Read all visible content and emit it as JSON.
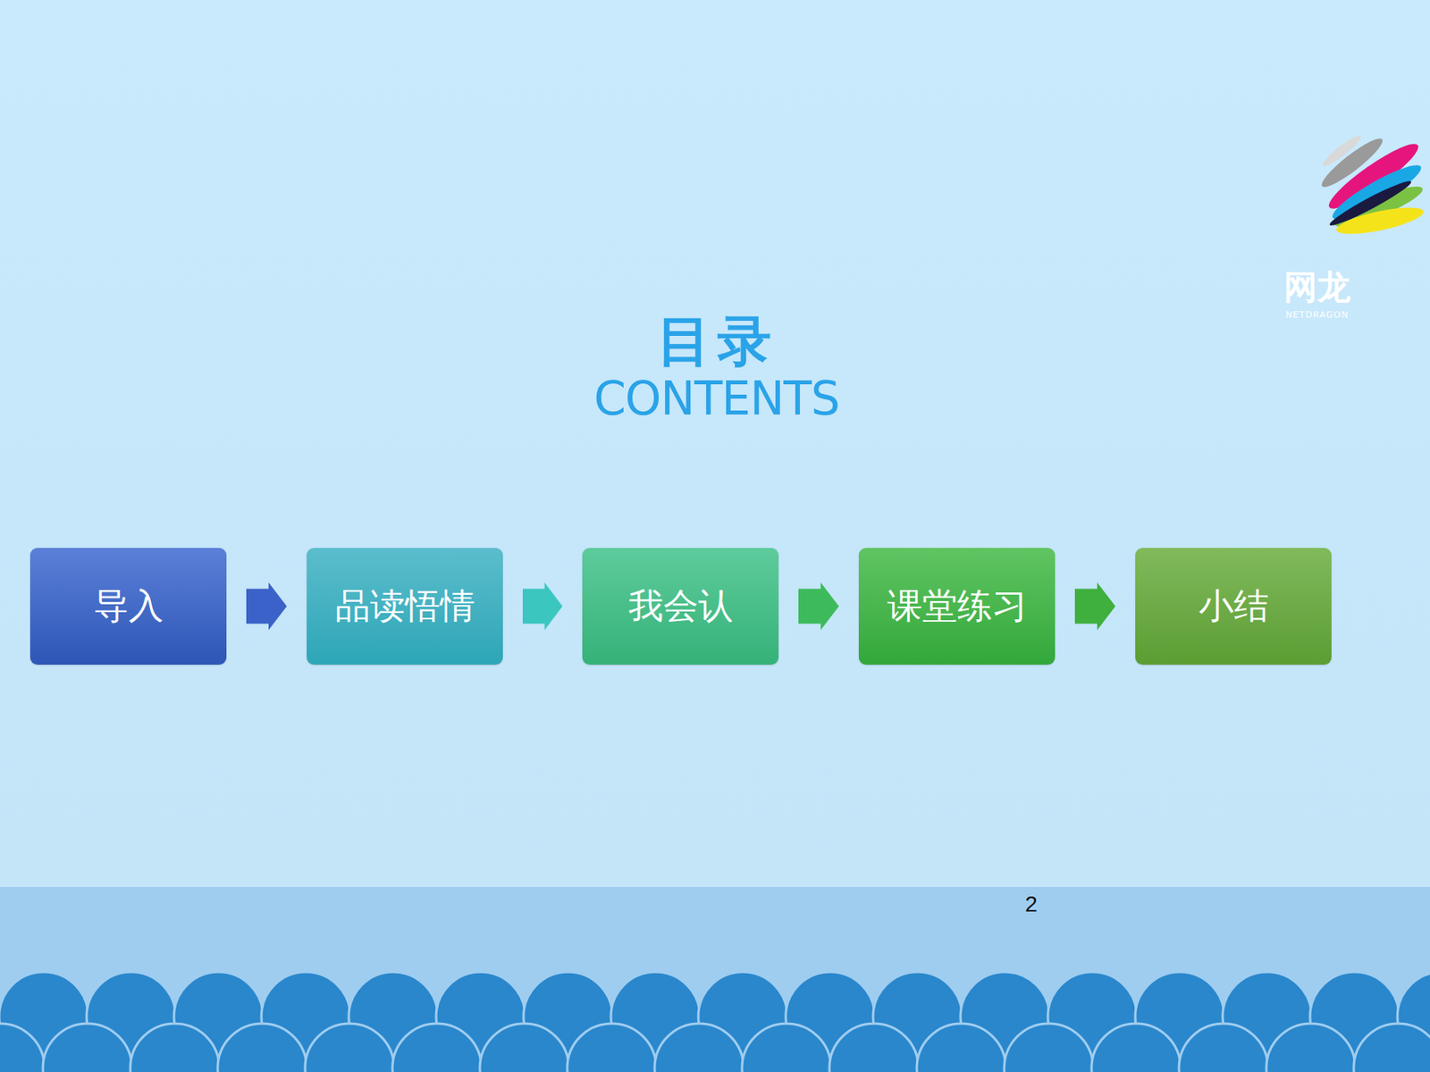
{
  "diagram": {
    "title": "目录",
    "nodes": [
      {
        "text": [
          "导入"
        ]
      },
      {
        "text": [
          "品读悟情"
        ]
      },
      {
        "text": [
          "我会认"
        ]
      },
      {
        "text": [
          "课堂练习"
        ]
      },
      {
        "text": [
          "小结"
        ]
      }
    ],
    "edges": [
      {
        "from": 0,
        "to": 1,
        "arrow": "to"
      },
      {
        "from": 1,
        "to": 2,
        "arrow": "to"
      },
      {
        "from": 2,
        "to": 3,
        "arrow": "to"
      },
      {
        "from": 3,
        "to": 4,
        "arrow": "to"
      }
    ],
    "labels": [
      "CONTENTS",
      "网龙",
      "NETDRAGON",
      "2"
    ]
  }
}
